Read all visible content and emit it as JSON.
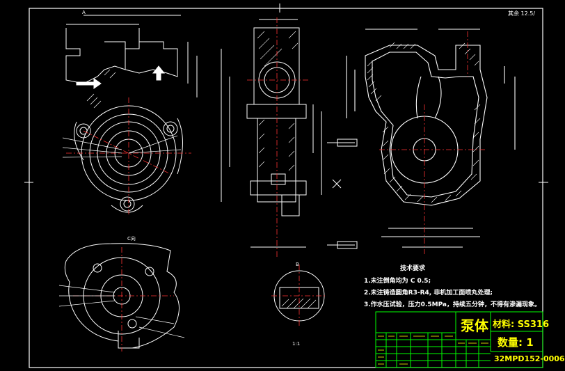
{
  "drawing": {
    "roughness_note": "其余 12.5/",
    "tech_req": {
      "heading": "技术要求",
      "items": [
        "1.未注倒角均为 C 0.5;",
        "2.未注铸造圆角R3-R4, 非机加工面喷丸处理;",
        "3.作水压试验，压力0.5MPa，持续五分钟，不得有渗漏现象。"
      ]
    },
    "title_block": {
      "part_name": "泵体",
      "material": "材料: SS316",
      "quantity": "数量: 1",
      "drawing_no": "32MPD152-0006",
      "scale": "1:1"
    },
    "section_labels": {
      "top_view": "A",
      "aux_view": "C向",
      "detail": "B"
    }
  },
  "colors": {
    "background": "#000000",
    "outline": "#ffffff",
    "center_line": "#ff3333",
    "hatch": "#ffffff",
    "border": "#00ff00",
    "title_text": "#ffff00",
    "dimension": "#ffffff"
  }
}
